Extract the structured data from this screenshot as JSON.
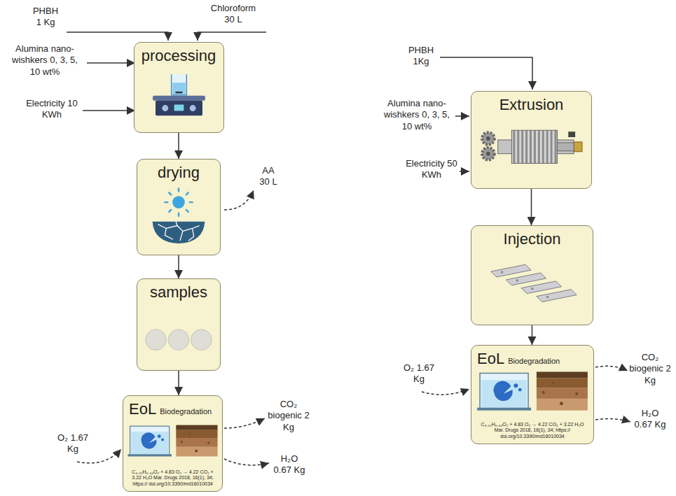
{
  "diagram": {
    "nodes": [
      {
        "text": [
          "processing"
        ]
      },
      {
        "text": [
          "drying"
        ]
      },
      {
        "text": [
          "samples"
        ]
      },
      {
        "text": [
          "EoL",
          "Biodegradation",
          "C₄.₂₂H₆.₄₄O₂ + 4.83 O₂ → 4.22 CO₂ + 3.22 H₂O Mar. Drugs 2018, 16(1), 34; https:// doi.org/10.3390/md16010034"
        ]
      },
      {
        "text": [
          "Extrusion"
        ]
      },
      {
        "text": [
          "Injection"
        ]
      },
      {
        "text": [
          "EoL",
          "Biodegradation",
          "C₄.₂₂H₆.₄₄O₂ + 4.83 O₂ → 4.22 CO₂ + 3.22 H₂O Mar. Drugs 2018, 16(1), 34; https:// doi.org/10.3390/md16010034"
        ]
      }
    ],
    "edges": [
      {
        "from": 0,
        "to": 1,
        "arrow": "to"
      },
      {
        "from": 1,
        "to": 2,
        "arrow": "to"
      },
      {
        "from": 2,
        "to": 3,
        "arrow": "to"
      },
      {
        "from": 4,
        "to": 5,
        "arrow": "to"
      },
      {
        "from": 5,
        "to": 6,
        "arrow": "to"
      }
    ],
    "labels": [
      "PHBH 1 Kg",
      "Chloroform 30 L",
      "Alumina nano-wishkers 0, 3, 5, 10 wt%",
      "Electricity 10 KWh",
      "AA 30 L",
      "O₂ 1.67 Kg",
      "CO₂ biogenic 2 Kg",
      "H₂O 0.67 Kg",
      "PHBH 1Kg",
      "Alumina nano-wishkers 0, 3, 5, 10 wt%",
      "Electricity 50 KWh",
      "O₂ 1.67 Kg",
      "CO₂ biogenic 2 Kg",
      "H₂O 0.67 Kg"
    ]
  }
}
